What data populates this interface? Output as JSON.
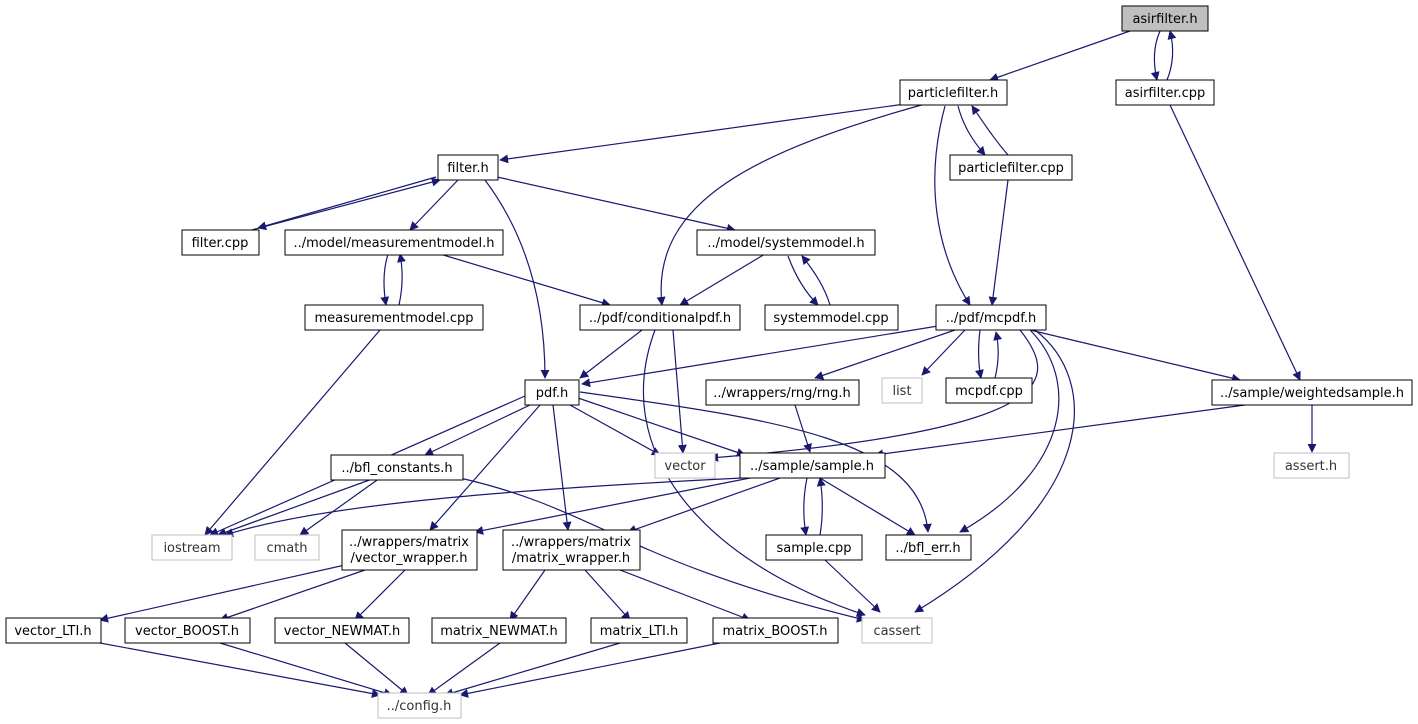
{
  "colors": {
    "edge": "#191970",
    "box_border": "#000000",
    "external_border": "#bfbfbf",
    "root_fill": "#bfbfbf",
    "background": "#ffffff"
  },
  "nodes": {
    "asirfilter_h": "asirfilter.h",
    "particlefilter_h": "particlefilter.h",
    "asirfilter_cpp": "asirfilter.cpp",
    "filter_h": "filter.h",
    "particlefilter_cpp": "particlefilter.cpp",
    "filter_cpp": "filter.cpp",
    "measurementmodel_h": "../model/measurementmodel.h",
    "systemmodel_h": "../model/systemmodel.h",
    "measurementmodel_cpp": "measurementmodel.cpp",
    "conditionalpdf_h": "../pdf/conditionalpdf.h",
    "systemmodel_cpp": "systemmodel.cpp",
    "mcpdf_h": "../pdf/mcpdf.h",
    "pdf_h": "pdf.h",
    "rng_h": "../wrappers/rng/rng.h",
    "list": "list",
    "mcpdf_cpp": "mcpdf.cpp",
    "weightedsample_h": "../sample/weightedsample.h",
    "bfl_constants_h": "../bfl_constants.h",
    "vector": "vector",
    "sample_h": "../sample/sample.h",
    "assert_h": "assert.h",
    "iostream": "iostream",
    "cmath": "cmath",
    "vector_wrapper_h_1": "../wrappers/matrix",
    "vector_wrapper_h_2": "/vector_wrapper.h",
    "matrix_wrapper_h_1": "../wrappers/matrix",
    "matrix_wrapper_h_2": "/matrix_wrapper.h",
    "sample_cpp": "sample.cpp",
    "bfl_err_h": "../bfl_err.h",
    "vector_LTI_h": "vector_LTI.h",
    "vector_BOOST_h": "vector_BOOST.h",
    "vector_NEWMAT_h": "vector_NEWMAT.h",
    "matrix_NEWMAT_h": "matrix_NEWMAT.h",
    "matrix_LTI_h": "matrix_LTI.h",
    "matrix_BOOST_h": "matrix_BOOST.h",
    "cassert": "cassert",
    "config_h": "../config.h"
  }
}
